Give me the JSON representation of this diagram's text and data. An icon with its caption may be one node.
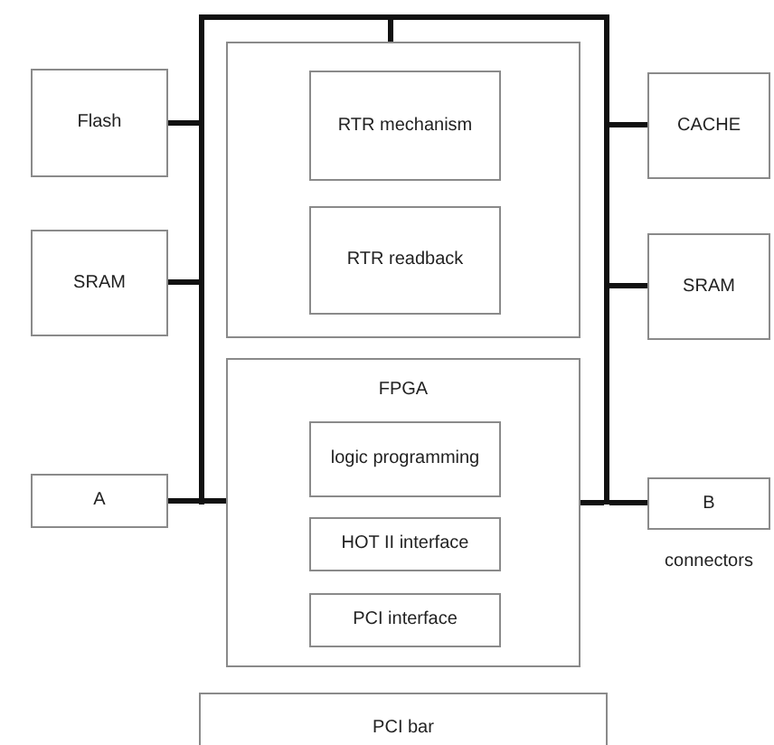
{
  "diagram": {
    "nodes": [
      {
        "text": [
          "Flash"
        ]
      },
      {
        "text": [
          "SRAM"
        ]
      },
      {
        "text": [
          "A"
        ]
      },
      {
        "text": [],
        "shape": "box"
      },
      {
        "text": [
          "RTR mechanism"
        ],
        "in": 3
      },
      {
        "text": [
          "RTR readback"
        ],
        "in": 3
      },
      {
        "text": [
          "FPGA"
        ]
      },
      {
        "text": [
          "logic programming"
        ],
        "in": 6
      },
      {
        "text": [
          "HOT II interface"
        ],
        "in": 6
      },
      {
        "text": [
          "PCI interface"
        ],
        "in": 6
      },
      {
        "text": [
          "CACHE"
        ]
      },
      {
        "text": [
          "SRAM"
        ]
      },
      {
        "text": [
          "B"
        ],
        "beside": [
          "connectors"
        ]
      },
      {
        "text": [
          "PCI bar"
        ]
      },
      {
        "text": [],
        "shape": "bar"
      },
      {
        "text": [],
        "shape": "bar"
      },
      {
        "text": [],
        "shape": "bar"
      }
    ],
    "edges": [
      {
        "from": 0,
        "to": 14,
        "arrow": "none"
      },
      {
        "from": 1,
        "to": 14,
        "arrow": "none"
      },
      {
        "from": 2,
        "to": 14,
        "arrow": "none"
      },
      {
        "from": 14,
        "to": 6,
        "arrow": "none"
      },
      {
        "from": 15,
        "to": 3,
        "arrow": "none"
      },
      {
        "from": 10,
        "to": 16,
        "arrow": "none"
      },
      {
        "from": 11,
        "to": 16,
        "arrow": "none"
      },
      {
        "from": 12,
        "to": 16,
        "arrow": "none"
      },
      {
        "from": 16,
        "to": 6,
        "arrow": "none"
      }
    ]
  }
}
